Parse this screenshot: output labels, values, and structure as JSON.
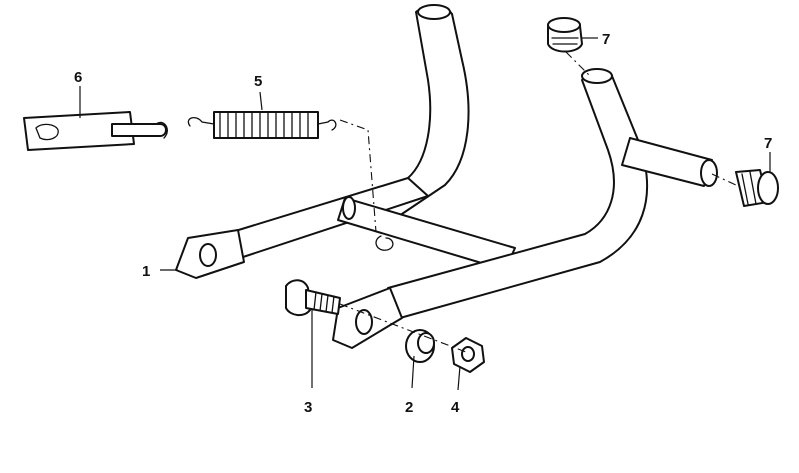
{
  "callouts": {
    "part_1": "1",
    "part_2": "2",
    "part_3": "3",
    "part_4": "4",
    "part_5": "5",
    "part_6": "6",
    "part_7a": "7",
    "part_7b": "7"
  },
  "colors": {
    "ink": "#111111",
    "background": "#ffffff"
  }
}
